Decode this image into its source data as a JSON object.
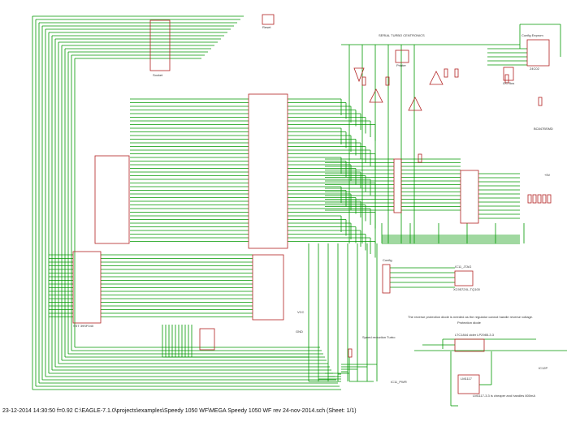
{
  "schematic": {
    "footer": "23-12-2014 14:30:50  f=0.92  C:\\EAGLE-7.1.0\\projects\\examples\\Speedy 1050 WF\\MEGA Speedy 1050 WF rev 24-nov-2014.sch (Sheet: 1/1)",
    "colors": {
      "wire": "#009900",
      "part": "#b22222",
      "text": "#333333"
    },
    "labels": {
      "socket": "Socket",
      "serial_turbo": "SERIAL TURBO CENTRONICS",
      "config_eeprom": "Config Eeprom",
      "eeprom_part": "24C02",
      "printer": "Printer",
      "i2c_bus": "I2C Bus",
      "transistor": "BC847BSMD",
      "config": "Config",
      "jtag": "IC11_JTAG",
      "cpld": "XC9572XL-TQ100",
      "speed_reduction": "Speed reduction Turbo",
      "reverse_note": "The reverse protection diode is needed as the regulator cannot handle reverse voltage.",
      "protection_diode": "Protection diode",
      "regulator": "LTC1844 older LP2985-3.3",
      "lm1117": "LM1117",
      "lm1117_note": "LM1117-3.3 is cheaper and handles 800mA",
      "pwr": "IC11_PWR",
      "plus5v": "+5V",
      "vcc": "VCC",
      "gnd": "GND",
      "reset": "Reset",
      "ram": "SST 39SF040",
      "ic12p": "IC12P"
    }
  }
}
